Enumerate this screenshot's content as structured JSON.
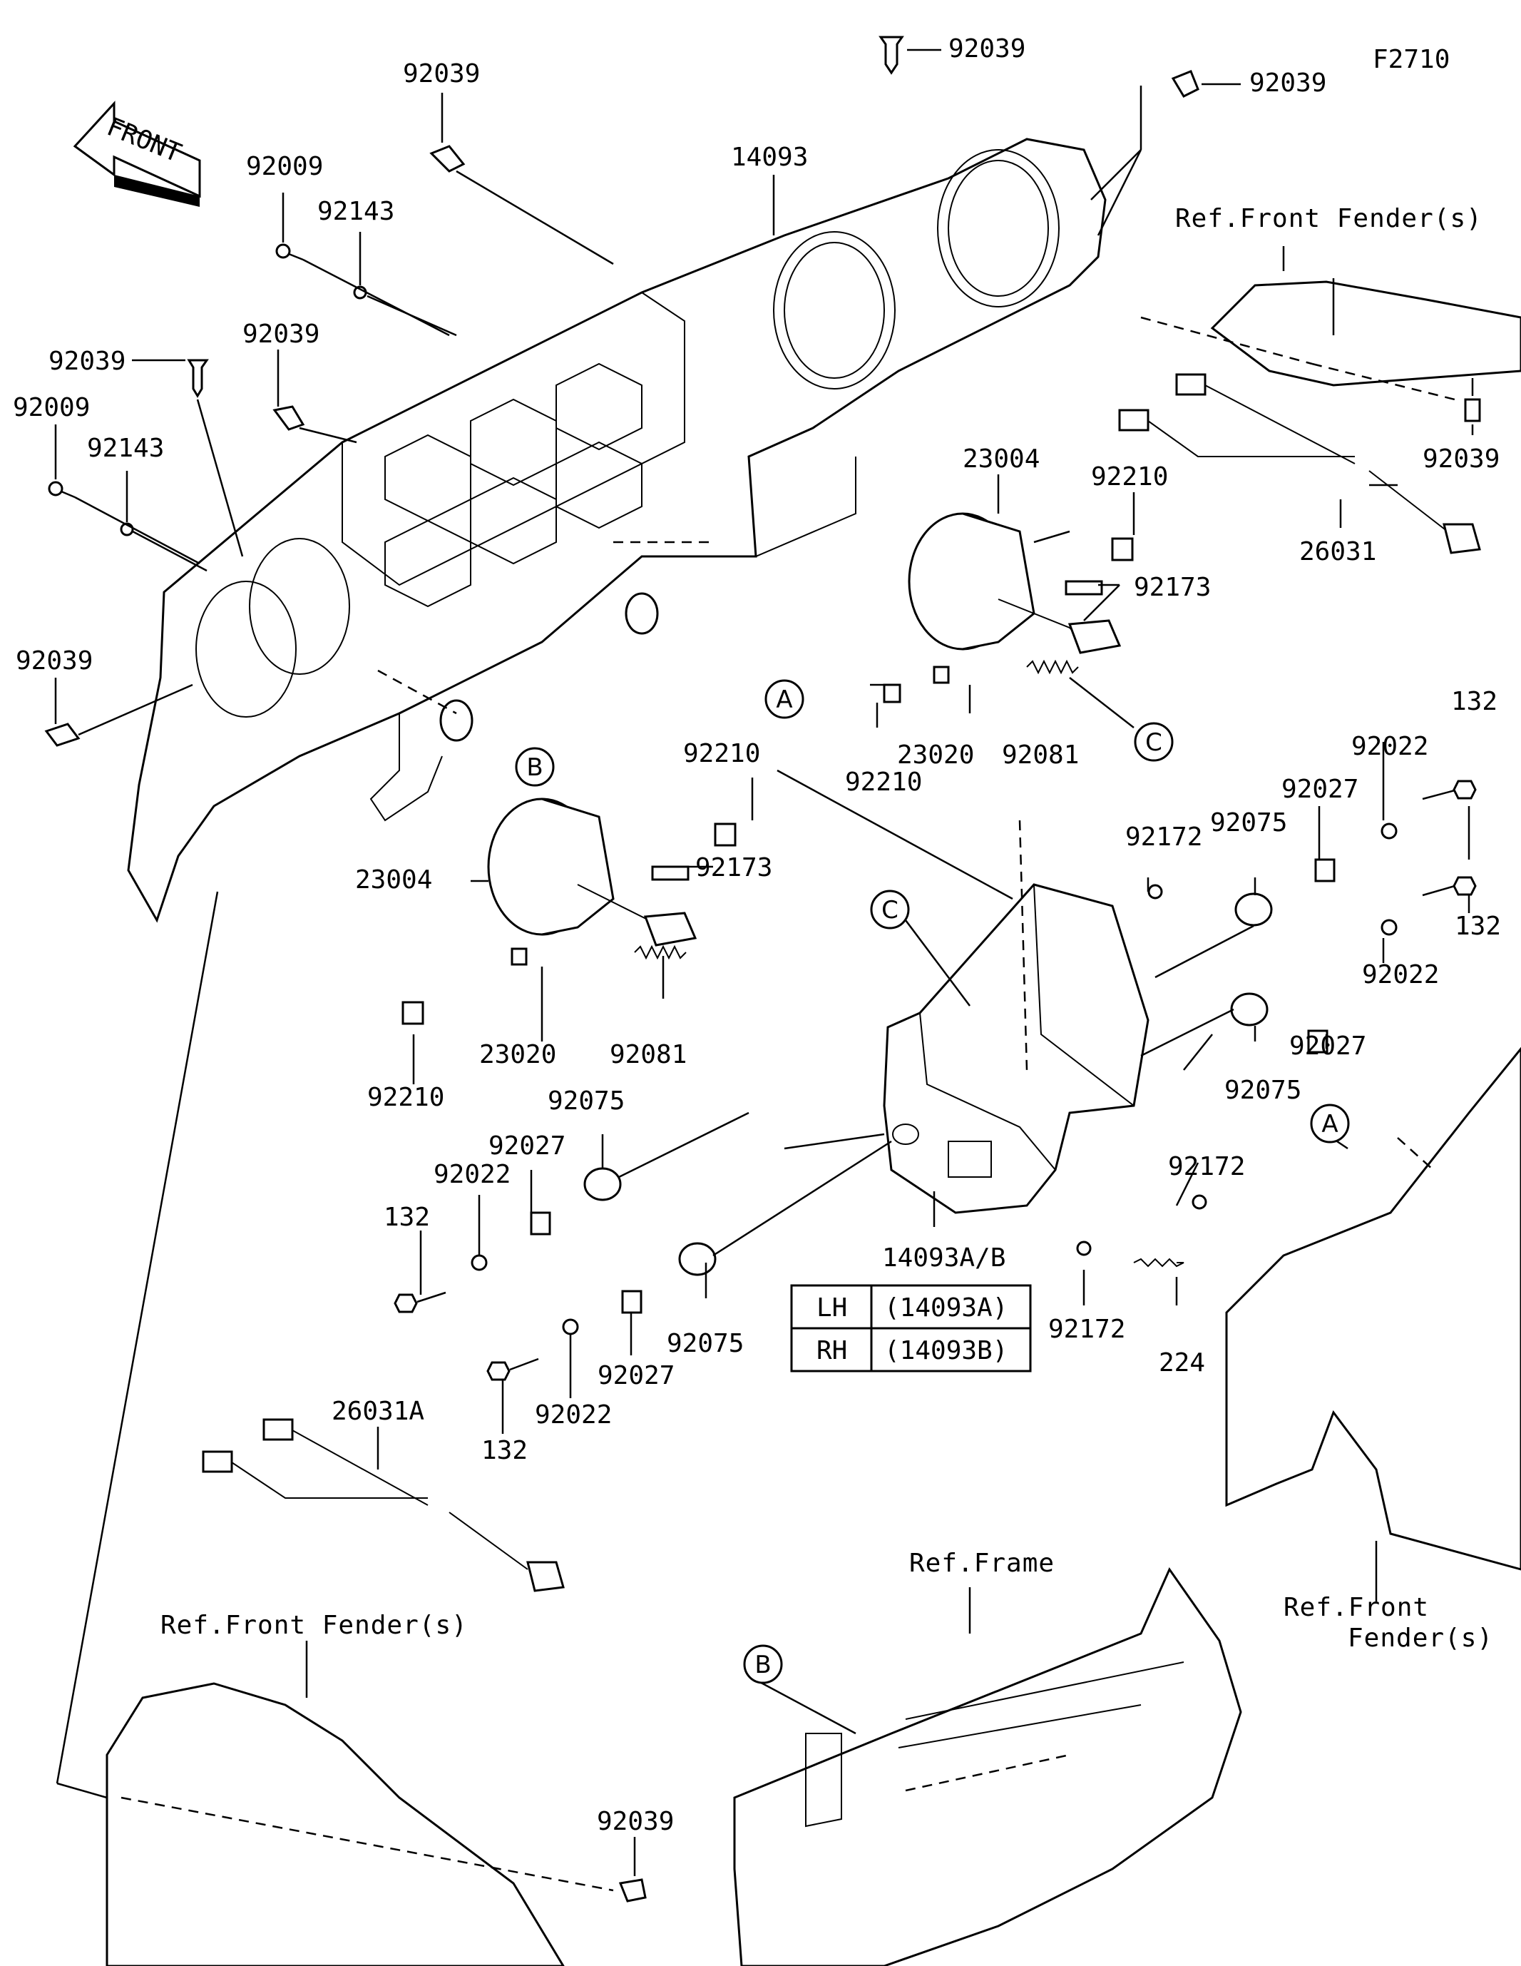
{
  "figure_code": "F2710",
  "front_arrow": "FRONT",
  "labels": {
    "p92039_a": "92039",
    "p92039_b": "92039",
    "p92039_c": "92039",
    "p92039_d": "92039",
    "p92039_e": "92039",
    "p92039_f": "92039",
    "p92039_g": "92039",
    "p92039_h": "92039",
    "p14093": "14093",
    "p92009_a": "92009",
    "p92009_b": "92009",
    "p92143_a": "92143",
    "p92143_b": "92143",
    "p23004_a": "23004",
    "p23004_b": "23004",
    "p92210_a": "92210",
    "p92210_b": "92210",
    "p92210_c": "92210",
    "p92210_d": "92210",
    "p92173_a": "92173",
    "p92173_b": "92173",
    "p23020_a": "23020",
    "p23020_b": "23020",
    "p92081_a": "92081",
    "p92081_b": "92081",
    "p26031": "26031",
    "p26031A": "26031A",
    "p132_a": "132",
    "p132_b": "132",
    "p132_c": "132",
    "p132_d": "132",
    "p92022_a": "92022",
    "p92022_b": "92022",
    "p92022_c": "92022",
    "p92022_d": "92022",
    "p92027_a": "92027",
    "p92027_b": "92027",
    "p92027_c": "92027",
    "p92027_d": "92027",
    "p92075_a": "92075",
    "p92075_b": "92075",
    "p92075_c": "92075",
    "p92075_d": "92075",
    "p92172_a": "92172",
    "p92172_b": "92172",
    "p92172_c": "92172",
    "p224": "224",
    "p14093AB": "14093A/B"
  },
  "refs": {
    "front_fender_top": "Ref.Front Fender(s)",
    "front_fender_bottom": "Ref.Front Fender(s)",
    "front_fender_right_1": "Ref.Front",
    "front_fender_right_2": "Fender(s)",
    "frame": "Ref.Frame"
  },
  "callouts": {
    "A": "A",
    "B": "B",
    "C": "C"
  },
  "variant_table": [
    {
      "side": "LH",
      "part": "(14093A)"
    },
    {
      "side": "RH",
      "part": "(14093B)"
    }
  ]
}
